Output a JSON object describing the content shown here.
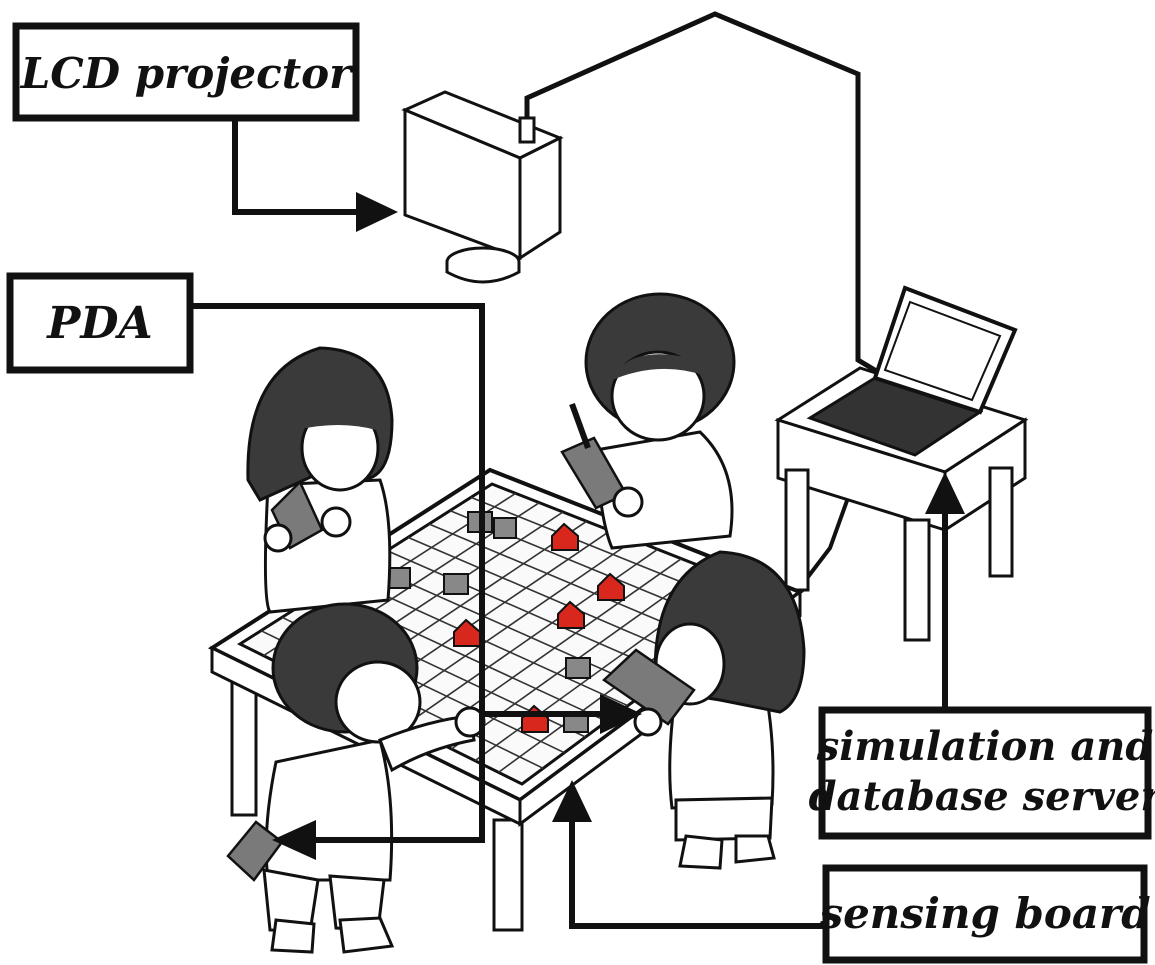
{
  "labels": {
    "projector": "LCD projector",
    "pda": "PDA",
    "server_line1": "simulation and",
    "server_line2": "database server",
    "board": "sensing board"
  },
  "colors": {
    "ink": "#111111",
    "hair": "#3a3a3a",
    "device": "#7a7a7a",
    "house_red": "#d8281e",
    "paper": "#ffffff"
  }
}
